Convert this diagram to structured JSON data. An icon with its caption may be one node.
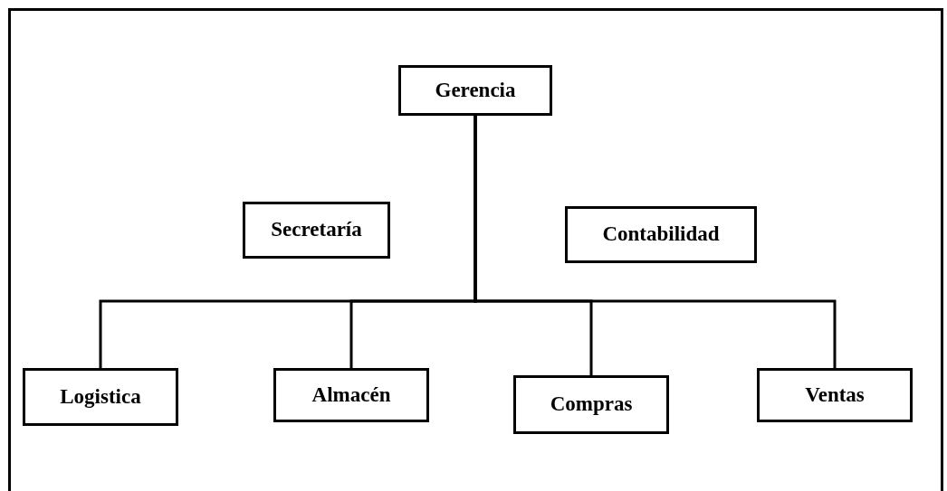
{
  "diagram": {
    "nodes": [
      {
        "text": [
          "Gerencia"
        ]
      },
      {
        "text": [
          "Secretaría"
        ]
      },
      {
        "text": [
          "Contabilidad"
        ]
      },
      {
        "text": [
          "Logistica"
        ]
      },
      {
        "text": [
          "Almacén"
        ]
      },
      {
        "text": [
          "Compras"
        ]
      },
      {
        "text": [
          "Ventas"
        ]
      }
    ],
    "edges": [
      {
        "from": 0,
        "to": 3,
        "arrow": "none"
      },
      {
        "from": 0,
        "to": 4,
        "arrow": "none"
      },
      {
        "from": 0,
        "to": 5,
        "arrow": "none"
      },
      {
        "from": 0,
        "to": 6,
        "arrow": "none"
      }
    ]
  }
}
